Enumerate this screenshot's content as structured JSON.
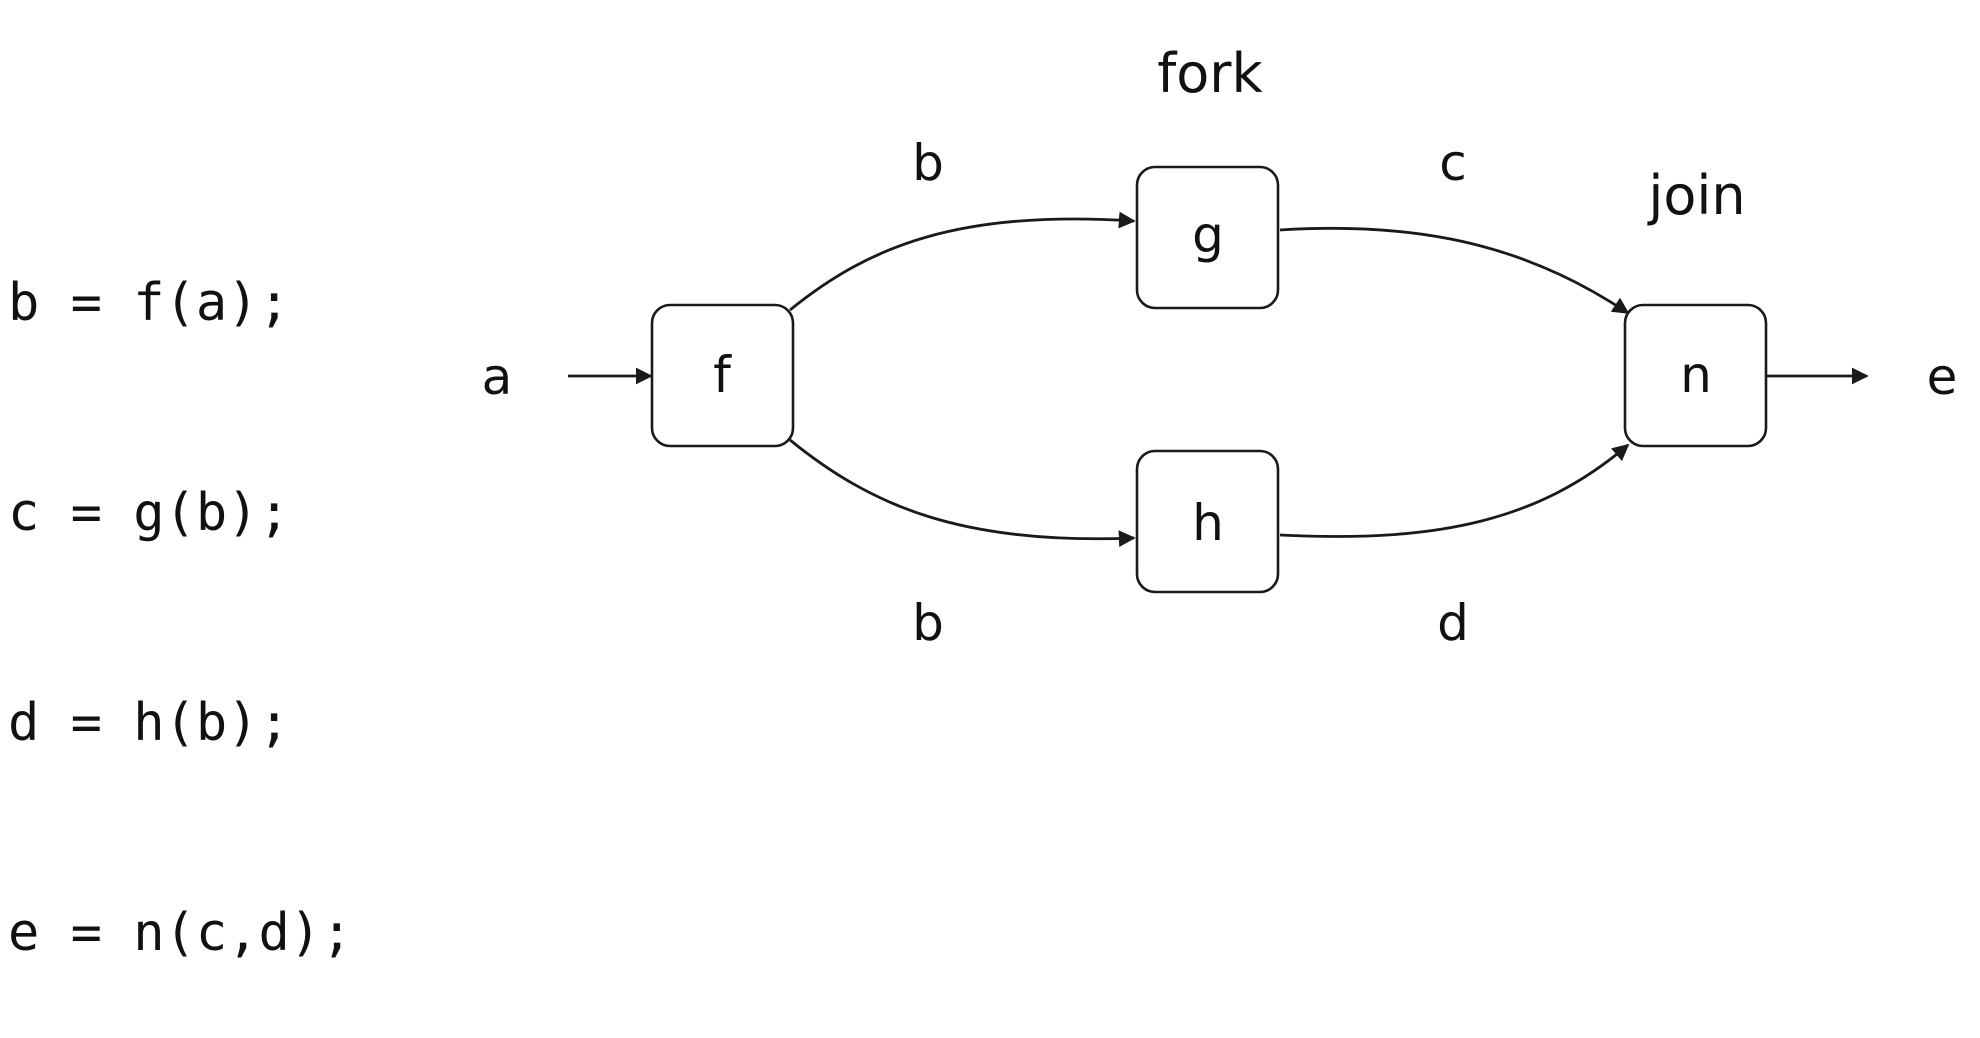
{
  "code_lines": [
    "b = f(a);",
    "c = g(b);",
    "d = h(b);",
    "e = n(c,d);"
  ],
  "diagram": {
    "nodes": {
      "f": "f",
      "g": "g",
      "h": "h",
      "n": "n"
    },
    "edge_labels": {
      "input": "a",
      "f_to_g": "b",
      "f_to_h": "b",
      "g_to_n": "c",
      "h_to_n": "d",
      "output": "e"
    },
    "annotations": {
      "fork": "fork",
      "join": "join"
    }
  }
}
